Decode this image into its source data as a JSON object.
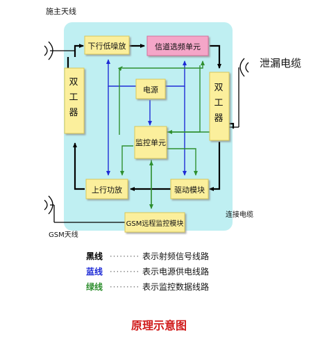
{
  "labels": {
    "top_antenna": "施主天线",
    "leaky_cable": "泄漏电缆",
    "gsm_antenna": "GSM天线",
    "connect_cable": "连接电缆"
  },
  "blocks": {
    "duplexer_left": "双工器",
    "duplexer_right": "双工器",
    "downlink_lna": "下行低噪放",
    "channel_select": "信道选频单元",
    "power": "电源",
    "monitor": "监控单元",
    "uplink_pa": "上行功放",
    "driver": "驱动模块",
    "gsm_monitor": "GSM远程监控模块"
  },
  "legend": [
    {
      "key": "黑线",
      "dots": "·········",
      "desc": "表示射频信号线路",
      "color": "#000000"
    },
    {
      "key": "蓝线",
      "dots": "·········",
      "desc": "表示电源供电线路",
      "color": "#1e2bd6"
    },
    {
      "key": "绿线",
      "dots": "·········",
      "desc": "表示监控数据线路",
      "color": "#2f8f2f"
    }
  ],
  "caption": "原理示意图",
  "colors": {
    "panel": "#bfeff2",
    "block": "#fbef9c",
    "block_pink": "#f4a6c8",
    "rf_line": "#000000",
    "power_line": "#1e2bd6",
    "data_line": "#2f8f2f",
    "caption": "#d01a1a"
  }
}
